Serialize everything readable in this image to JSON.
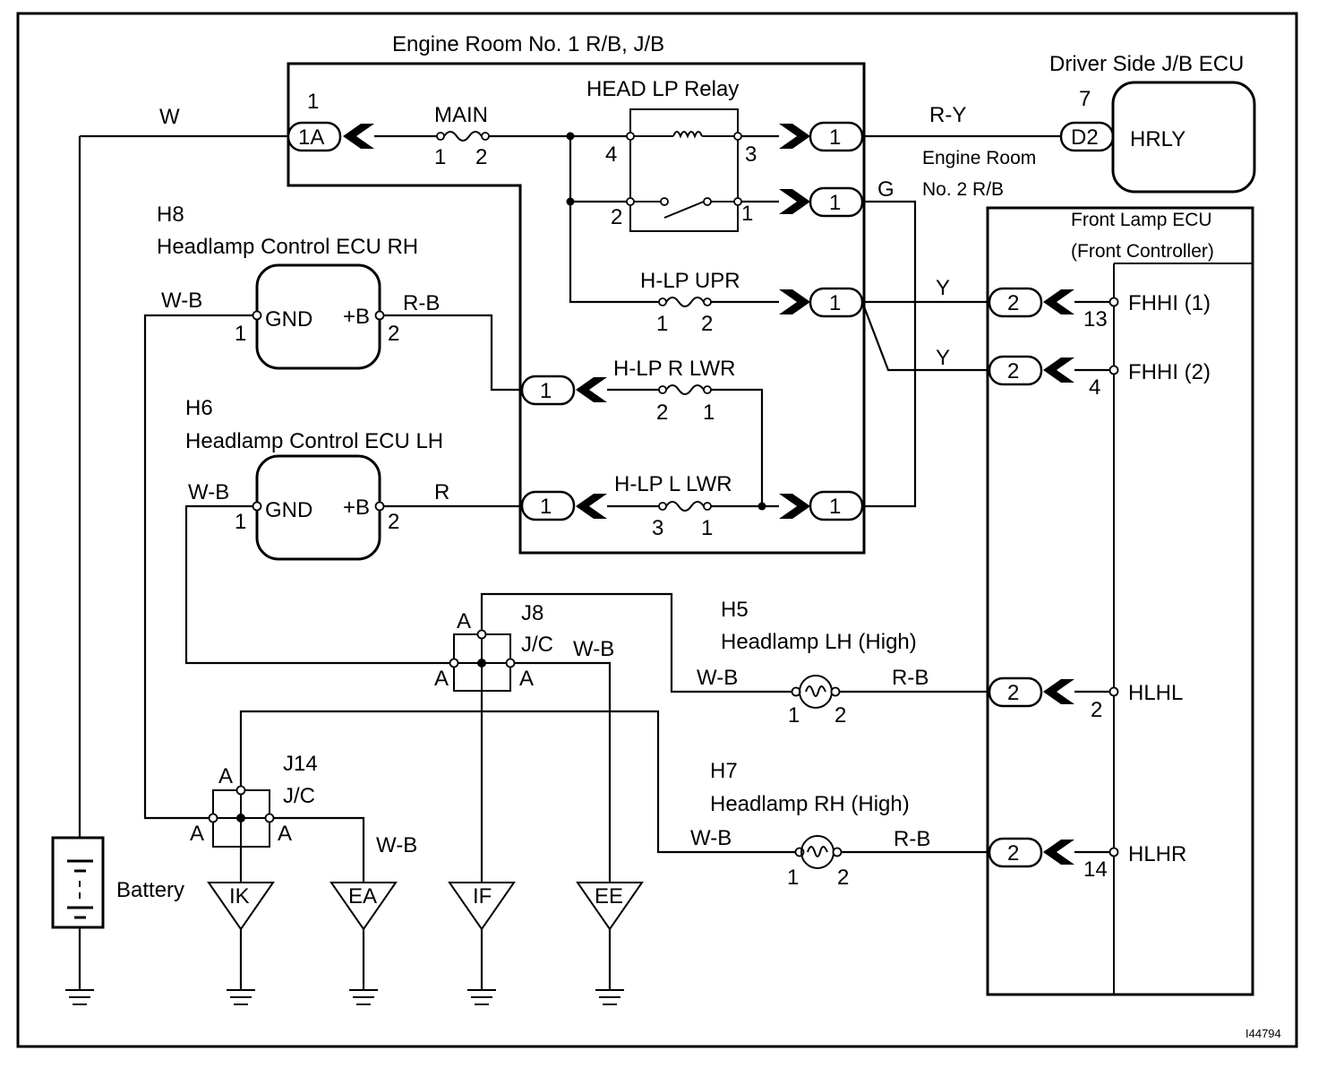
{
  "figure_id": "I44794",
  "engine_room_no1": {
    "title": "Engine Room No. 1 R/B, J/B",
    "connector_1a": "1A",
    "connector_1a_pin": "1",
    "main_fuse": {
      "name": "MAIN",
      "pin_a": "1",
      "pin_b": "2"
    },
    "head_lp_relay": {
      "name": "HEAD LP Relay",
      "pin_4": "4",
      "pin_3": "3",
      "pin_2": "2",
      "pin_1": "1"
    },
    "fuse_upr": {
      "name": "H-LP UPR",
      "pin_a": "1",
      "pin_b": "2"
    },
    "fuse_r_lwr": {
      "name": "H-LP R LWR",
      "pin_a": "2",
      "pin_b": "1"
    },
    "fuse_l_lwr": {
      "name": "H-LP L LWR",
      "pin_a": "3",
      "pin_b": "1"
    },
    "out_connectors": [
      "1",
      "1",
      "1",
      "1",
      "1",
      "1"
    ]
  },
  "engine_room_no2": {
    "line1": "Engine Room",
    "line2": "No. 2 R/B"
  },
  "driver_side_jb": {
    "title": "Driver Side J/B ECU",
    "pin": "7",
    "connector": "D2",
    "terminal": "HRLY"
  },
  "wires": {
    "battery_feed": "W",
    "relay_to_jb": "R-Y",
    "relay_out_g": "G",
    "upr_y1": "Y",
    "upr_y2": "Y",
    "h8_gnd": "W-B",
    "h8_b": "R-B",
    "h6_gnd": "W-B",
    "h6_b": "R",
    "j8_wb": "W-B",
    "j14_wb": "W-B",
    "h5_gnd": "W-B",
    "h5_b": "R-B",
    "h7_gnd": "W-B",
    "h7_b": "R-B"
  },
  "h8": {
    "code": "H8",
    "name": "Headlamp Control ECU RH",
    "gnd_label": "GND",
    "b_label": "+B",
    "gnd_pin": "1",
    "b_pin": "2"
  },
  "h6": {
    "code": "H6",
    "name": "Headlamp Control ECU LH",
    "gnd_label": "GND",
    "b_label": "+B",
    "gnd_pin": "1",
    "b_pin": "2"
  },
  "j8": {
    "code": "J8",
    "type": "J/C",
    "pin_top": "A",
    "pin_left": "A",
    "pin_right": "A"
  },
  "j14": {
    "code": "J14",
    "type": "J/C",
    "pin_top": "A",
    "pin_left": "A",
    "pin_right": "A"
  },
  "h5": {
    "code": "H5",
    "name": "Headlamp LH (High)",
    "pin_a": "1",
    "pin_b": "2"
  },
  "h7": {
    "code": "H7",
    "name": "Headlamp RH (High)",
    "pin_a": "1",
    "pin_b": "2"
  },
  "front_lamp_ecu": {
    "title_line1": "Front Lamp ECU",
    "title_line2": "(Front Controller)",
    "connectors": [
      "2",
      "2",
      "2",
      "2"
    ],
    "terminals": [
      {
        "name": "FHHI (1)",
        "pin": "13"
      },
      {
        "name": "FHHI (2)",
        "pin": "4"
      },
      {
        "name": "HLHL",
        "pin": "2"
      },
      {
        "name": "HLHR",
        "pin": "14"
      }
    ]
  },
  "battery": {
    "label": "Battery"
  },
  "grounds": [
    "IK",
    "EA",
    "IF",
    "EE"
  ]
}
